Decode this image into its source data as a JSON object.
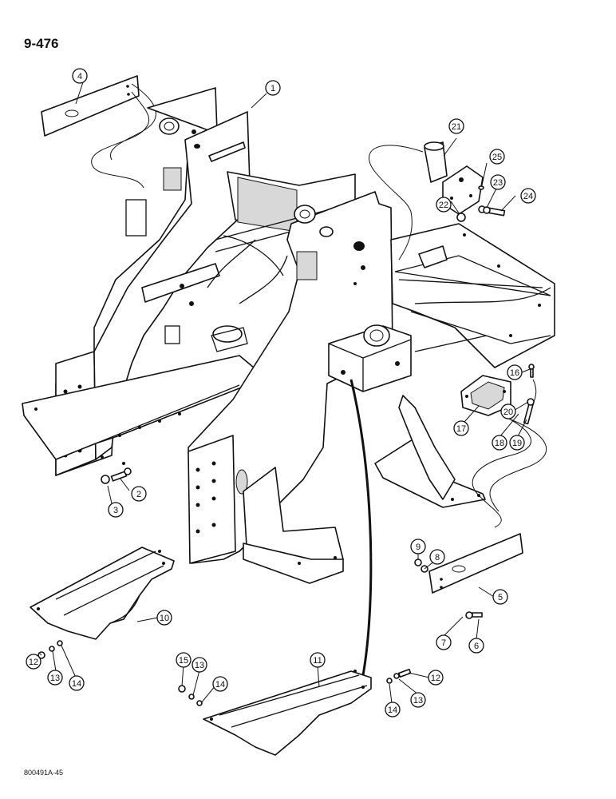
{
  "page_number": "9-476",
  "figure_code": "800491A-45",
  "callouts": [
    {
      "id": "c1",
      "label": "1"
    },
    {
      "id": "c2",
      "label": "2"
    },
    {
      "id": "c3",
      "label": "3"
    },
    {
      "id": "c4",
      "label": "4"
    },
    {
      "id": "c5",
      "label": "5"
    },
    {
      "id": "c6",
      "label": "6"
    },
    {
      "id": "c7",
      "label": "7"
    },
    {
      "id": "c8",
      "label": "8"
    },
    {
      "id": "c9",
      "label": "9"
    },
    {
      "id": "c10",
      "label": "10"
    },
    {
      "id": "c11",
      "label": "11"
    },
    {
      "id": "c12a",
      "label": "12"
    },
    {
      "id": "c12b",
      "label": "12"
    },
    {
      "id": "c13a",
      "label": "13"
    },
    {
      "id": "c13b",
      "label": "13"
    },
    {
      "id": "c13c",
      "label": "13"
    },
    {
      "id": "c14a",
      "label": "14"
    },
    {
      "id": "c14b",
      "label": "14"
    },
    {
      "id": "c14c",
      "label": "14"
    },
    {
      "id": "c15",
      "label": "15"
    },
    {
      "id": "c16",
      "label": "16"
    },
    {
      "id": "c17",
      "label": "17"
    },
    {
      "id": "c18",
      "label": "18"
    },
    {
      "id": "c19",
      "label": "19"
    },
    {
      "id": "c20",
      "label": "20"
    },
    {
      "id": "c21",
      "label": "21"
    },
    {
      "id": "c22",
      "label": "22"
    },
    {
      "id": "c23",
      "label": "23"
    },
    {
      "id": "c24",
      "label": "24"
    },
    {
      "id": "c25",
      "label": "25"
    }
  ]
}
